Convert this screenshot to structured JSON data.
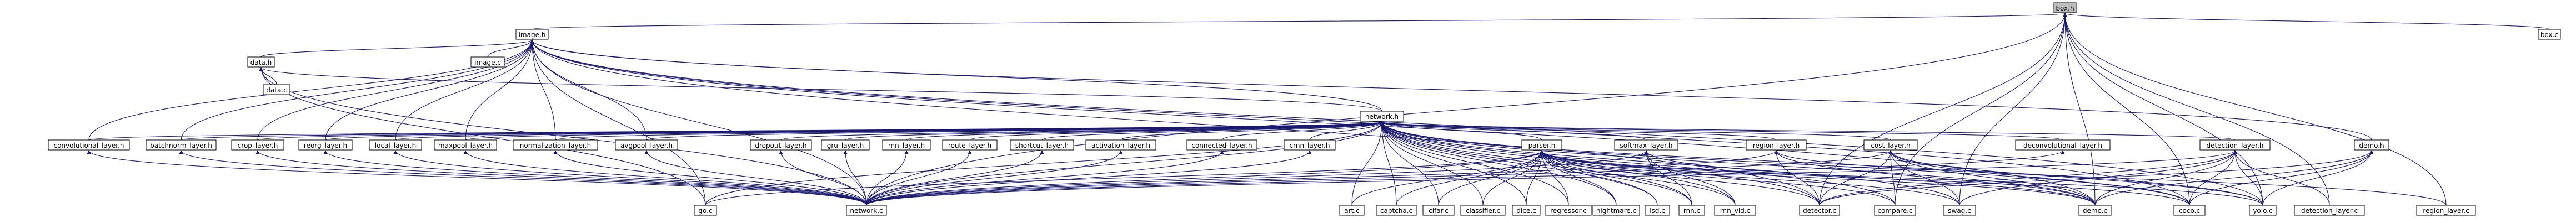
{
  "colors": {
    "edge": "#191970",
    "box_fill": "#ffffff",
    "highlight_fill": "#bfbfbf",
    "text": "#000000",
    "text_red": "#ff0000"
  },
  "nodes": {
    "box_h": "box.h",
    "box_c": "box.c",
    "image_h": "image.h",
    "image_c": "image.c",
    "data_h": "data.h",
    "data_c": "data.c",
    "network_h": "network.h",
    "convolutional_layer_h": "convolutional_layer.h",
    "batchnorm_layer_h": "batchnorm_layer.h",
    "crop_layer_h": "crop_layer.h",
    "reorg_layer_h": "reorg_layer.h",
    "local_layer_h": "local_layer.h",
    "maxpool_layer_h": "maxpool_layer.h",
    "normalization_layer_h": "normalization_layer.h",
    "avgpool_layer_h": "avgpool_layer.h",
    "dropout_layer_h": "dropout_layer.h",
    "gru_layer_h": "gru_layer.h",
    "rnn_layer_h": "rnn_layer.h",
    "route_layer_h": "route_layer.h",
    "shortcut_layer_h": "shortcut_layer.h",
    "activation_layer_h": "activation_layer.h",
    "connected_layer_h": "connected_layer.h",
    "crnn_layer_h": "crnn_layer.h",
    "parser_h": "parser.h",
    "softmax_layer_h": "softmax_layer.h",
    "region_layer_h": "region_layer.h",
    "cost_layer_h": "cost_layer.h",
    "deconvolutional_layer_h": "deconvolutional_layer.h",
    "detection_layer_h": "detection_layer.h",
    "demo_h": "demo.h",
    "go_c": "go.c",
    "network_c": "network.c",
    "art_c": "art.c",
    "captcha_c": "captcha.c",
    "cifar_c": "cifar.c",
    "classifier_c": "classifier.c",
    "dice_c": "dice.c",
    "regressor_c": "regressor.c",
    "nightmare_c": "nightmare.c",
    "lsd_c": "lsd.c",
    "rnn_c": "rnn.c",
    "rnn_vid_c": "rnn_vid.c",
    "detector_c": "detector.c",
    "compare_c": "compare.c",
    "swag_c": "swag.c",
    "demo_c": "demo.c",
    "coco_c": "coco.c",
    "yolo_c": "yolo.c",
    "detection_layer_c": "detection_layer.c",
    "region_layer_c": "region_layer.c"
  }
}
